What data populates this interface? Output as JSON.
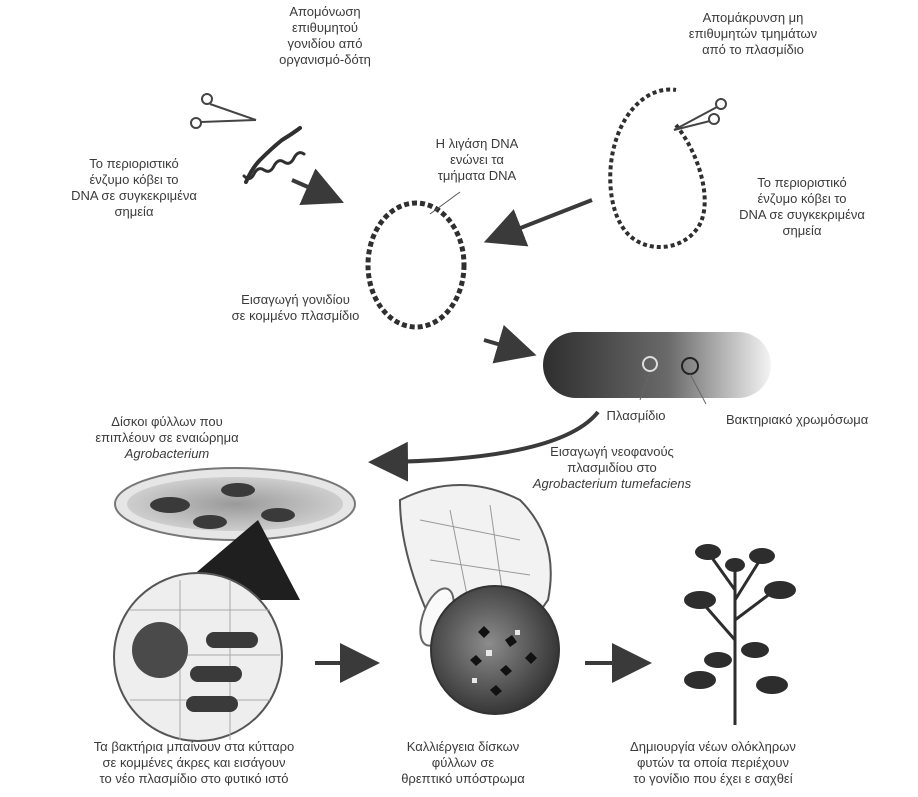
{
  "labels": {
    "isolate_gene": [
      "Απομόνωση",
      "επιθυμητού",
      "γονιδίου από",
      "οργανισμό-δότη"
    ],
    "remove_segments": [
      "Απομάκρυνση μη",
      "επιθυμητών τμημάτων",
      "από το πλασμίδιο"
    ],
    "ligase": [
      "Η λιγάση DNA",
      "ενώνει τα",
      "τμήματα DNA"
    ],
    "enzyme_left": [
      "Το περιοριστικό",
      "ένζυμο κόβει το",
      "DNA σε συγκεκριμένα",
      "σημεία"
    ],
    "enzyme_right": [
      "Το περιοριστικό",
      "ένζυμο κόβει το",
      "DNA σε συγκεκριμένα",
      "σημεία"
    ],
    "insert_gene": [
      "Εισαγωγή γονιδίου",
      "σε κομμένο πλασμίδιο"
    ],
    "plasmid": "Πλασμίδιο",
    "bacterial_chromosome": "Βακτηριακό χρωμόσωμα",
    "insert_agro": [
      "Εισαγωγή νεοφανούς",
      "πλασμιδίου στο"
    ],
    "agro_species": "Agrobacterium tumefaciens",
    "leaf_discs": [
      "Δίσκοι φύλλων που",
      "επιπλέουν σε εναιώρημα"
    ],
    "leaf_discs_species": "Agrobacterium",
    "bacteria_enter": [
      "Τα βακτήρια μπαίνουν στα κύτταρο",
      "σε κομμένες άκρες και εισάγουν",
      "το νέο πλασμίδιο στο φυτικό ιστό"
    ],
    "culture": [
      "Καλλιέργεια δίσκων",
      "φύλλων σε",
      "θρεπτικό υπόστρωμα"
    ],
    "new_plants": [
      "Δημιουργία νέων ολόκληρων",
      "φυτών τα οποία περιέχουν",
      "το γονίδιο που έχει ε σαχθεί"
    ]
  },
  "colors": {
    "ink": "#3b3b3b",
    "arrow": "#3a3a3a",
    "bacterium_dark": "#2e2e2e",
    "bacterium_light": "#f4f4f4",
    "plant": "#2d2d2d"
  }
}
